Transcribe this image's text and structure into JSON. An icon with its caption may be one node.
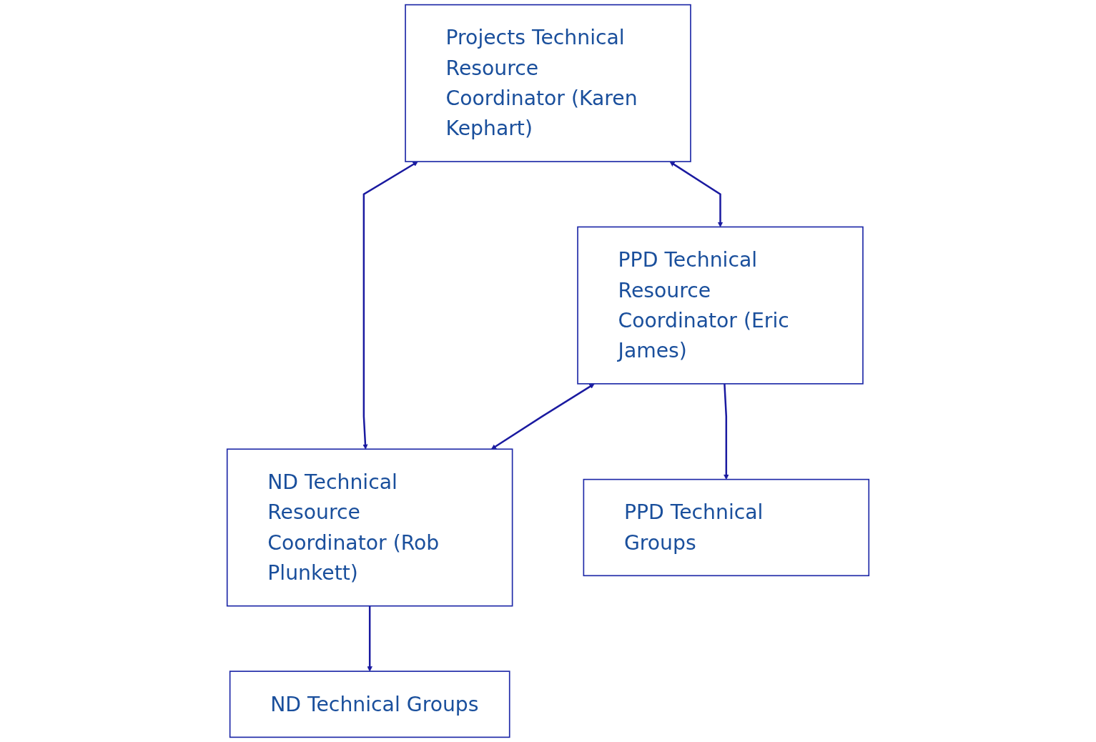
{
  "diagram": {
    "nodes": [
      {
        "text": [
          "Projects Technical Resource Coordinator (Karen Kephart)"
        ]
      },
      {
        "text": [
          "PPD Technical Resource Coordinator (Eric James)"
        ]
      },
      {
        "text": [
          "ND Technical Resource Coordinator (Rob Plunkett)"
        ]
      },
      {
        "text": [
          "PPD Technical Groups"
        ]
      },
      {
        "text": [
          "ND Technical Groups"
        ]
      }
    ],
    "edges": [
      {
        "from": 0,
        "to": 1,
        "arrow": "both"
      },
      {
        "from": 0,
        "to": 2,
        "arrow": "both"
      },
      {
        "from": 1,
        "to": 2,
        "arrow": "both"
      },
      {
        "from": 1,
        "to": 3,
        "arrow": "to"
      },
      {
        "from": 2,
        "to": 4,
        "arrow": "to"
      }
    ]
  }
}
